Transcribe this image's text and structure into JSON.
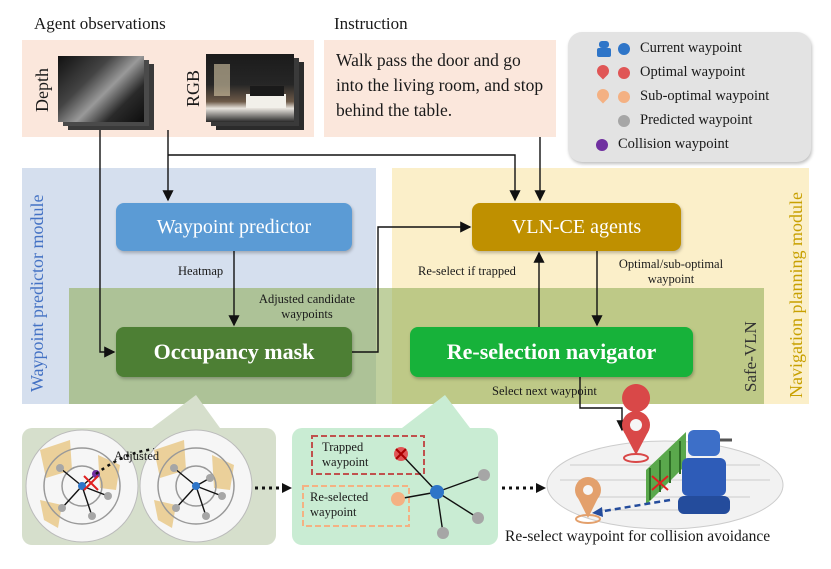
{
  "observations": {
    "title": "Agent observations",
    "depth_label": "Depth",
    "rgb_label": "RGB"
  },
  "instruction": {
    "title": "Instruction",
    "text": "Walk pass the door and go into the living room, and stop  behind the table."
  },
  "legend": {
    "items": [
      {
        "label": "Current waypoint",
        "color": "#2e75c8",
        "icon": "robot-icon"
      },
      {
        "label": "Optimal waypoint",
        "color": "#e05656",
        "icon": "location-pin-red-icon"
      },
      {
        "label": "Sub-optimal waypoint",
        "color": "#f4b183",
        "icon": "location-pin-orange-icon"
      },
      {
        "label": "Predicted waypoint",
        "color": "#a6a6a6",
        "icon": ""
      },
      {
        "label": "Collision waypoint",
        "color": "#7030a0",
        "icon": ""
      }
    ]
  },
  "modules": {
    "waypoint_predictor_module": "Waypoint predictor module",
    "navigation_planning_module": "Navigation planning module",
    "safe_vln": "Safe-VLN"
  },
  "boxes": {
    "waypoint_predictor": "Waypoint predictor",
    "vln_ce_agents": "VLN-CE agents",
    "occupancy_mask": "Occupancy mask",
    "reselection_navigator": "Re-selection navigator"
  },
  "edge_labels": {
    "heatmap": "Heatmap",
    "adjusted_candidate": "Adjusted candidate waypoints",
    "reselect_if_trapped": "Re-select if trapped",
    "optimal_suboptimal": "Optimal/sub-optimal waypoint",
    "select_next": "Select next waypoint",
    "adjusted": "Adjusted"
  },
  "bottom": {
    "trapped_waypoint": "Trapped waypoint",
    "reselected_waypoint": "Re-selected waypoint",
    "caption": "Re-select waypoint for collision avoidance"
  },
  "colors": {
    "blue_box": "#5b9bd5",
    "gold_box": "#bf9000",
    "dark_green_box": "#4d7f34",
    "green_box": "#17b23a",
    "trapped_border": "#c0504d",
    "reselected_border": "#f4b183"
  }
}
